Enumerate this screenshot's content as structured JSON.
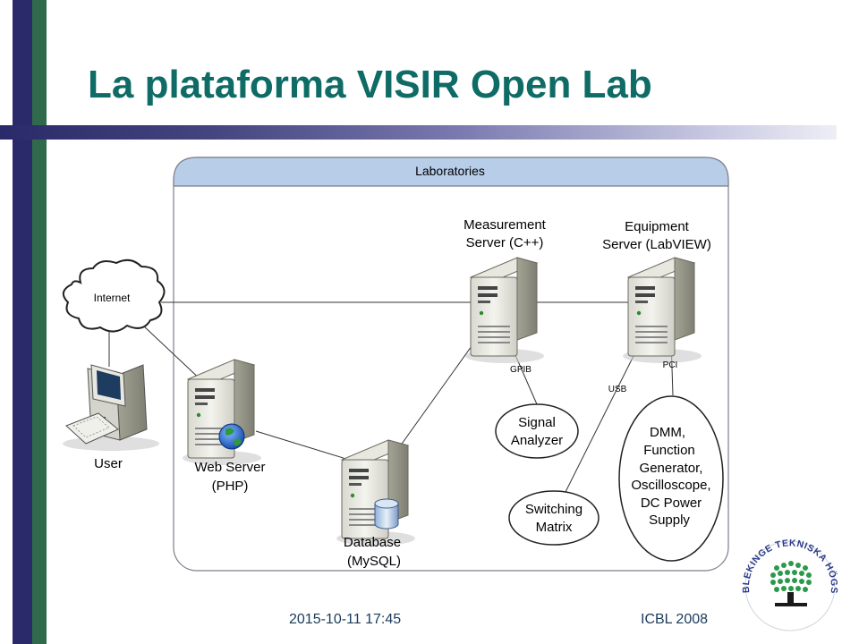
{
  "slide": {
    "title": "La plataforma VISIR Open Lab",
    "footer_date": "2015-10-11 17:45",
    "footer_conf": "ICBL 2008",
    "logo_text": "BLEKINGE TEKNISKA HÖGSKOLA · BTH ·"
  },
  "diagram": {
    "container_label": "Laboratories",
    "internet": "Internet",
    "user": "User",
    "web_server": [
      "Web Server",
      "(PHP)"
    ],
    "database": [
      "Database",
      "(MySQL)"
    ],
    "measurement_server": [
      "Measurement",
      "Server (C++)"
    ],
    "equipment_server": [
      "Equipment",
      "Server (LabVIEW)"
    ],
    "signal_analyzer": [
      "Signal",
      "Analyzer"
    ],
    "switching_matrix": [
      "Switching",
      "Matrix"
    ],
    "instruments": [
      "DMM,",
      "Function",
      "Generator,",
      "Oscilloscope,",
      "DC Power",
      "Supply"
    ],
    "conn_gpib": "GPIB",
    "conn_usb": "USB",
    "conn_pci": "PCI"
  },
  "colors": {
    "title": "#0e6b66",
    "container_header": "#b7cde8",
    "accent_bar": "#2a2a6a"
  }
}
